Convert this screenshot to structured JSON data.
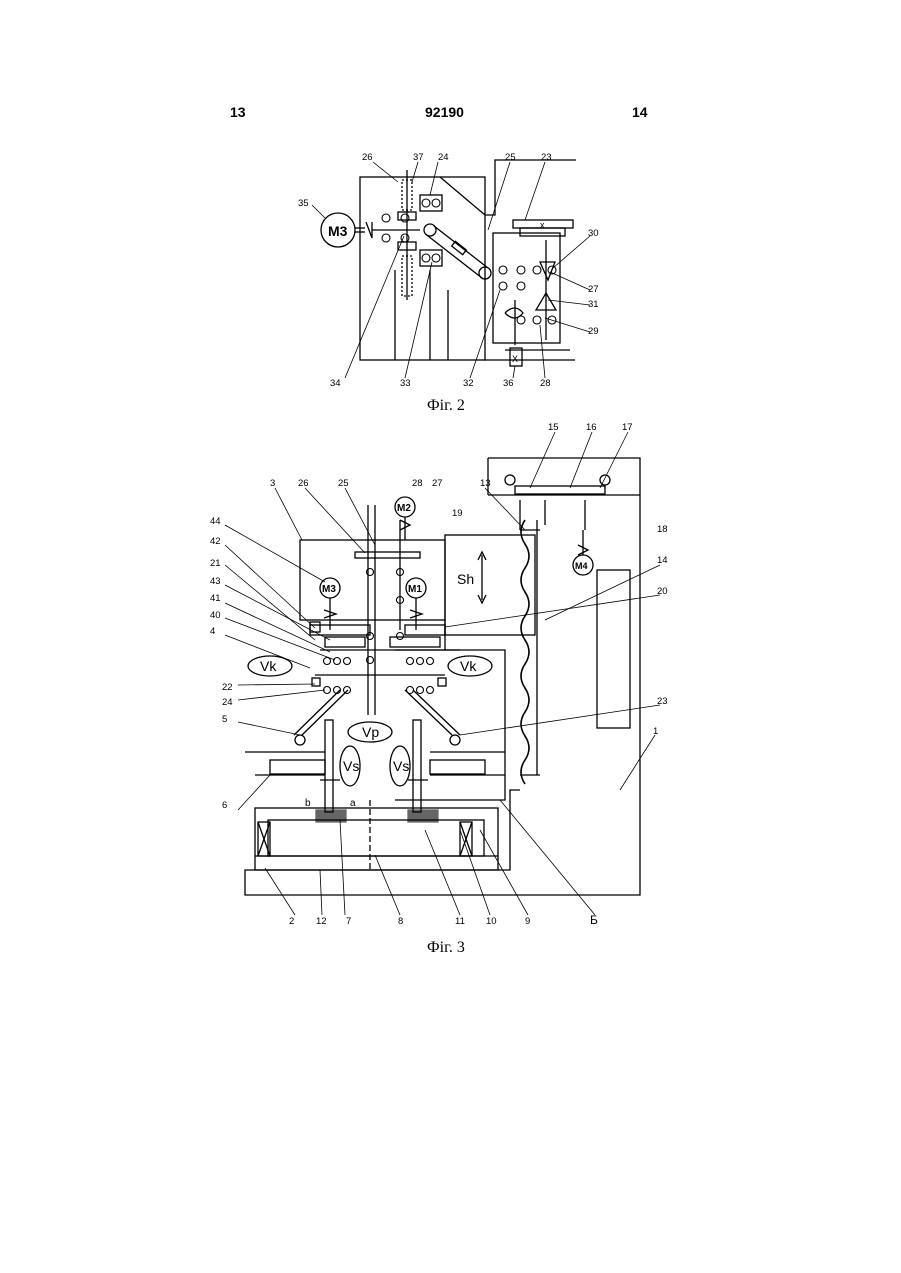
{
  "header": {
    "page_left": "13",
    "patent_number": "92190",
    "page_right": "14"
  },
  "figure2": {
    "caption": "Фіг. 2",
    "callouts": [
      "26",
      "37",
      "24",
      "25",
      "23",
      "35",
      "30",
      "27",
      "31",
      "29",
      "34",
      "33",
      "32",
      "36",
      "28"
    ],
    "motor_label": "M3"
  },
  "figure3": {
    "caption": "Фіг. 3",
    "callouts": [
      "15",
      "16",
      "17",
      "3",
      "26",
      "25",
      "28",
      "27",
      "13",
      "19",
      "18",
      "44",
      "42",
      "21",
      "43",
      "41",
      "40",
      "4",
      "14",
      "20",
      "22",
      "24",
      "23",
      "5",
      "6",
      "1",
      "2",
      "12",
      "7",
      "8",
      "11",
      "10",
      "9",
      "Б"
    ],
    "motor_labels": [
      "M2",
      "M3",
      "M1",
      "M4"
    ],
    "symbols": {
      "vk": "Vk",
      "vp": "Vp",
      "vs": "Vs",
      "sh": "Sh"
    },
    "point_labels": [
      "b",
      "a"
    ]
  }
}
